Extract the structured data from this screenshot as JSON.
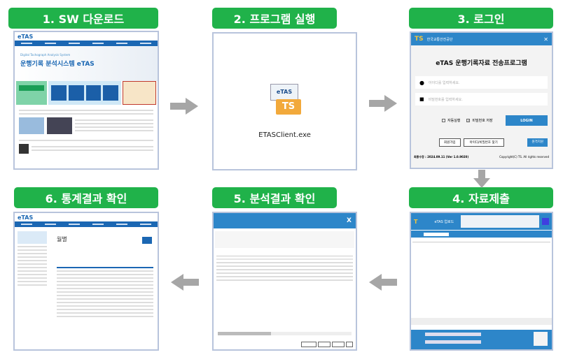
{
  "steps": [
    {
      "label": "1. SW 다운로드"
    },
    {
      "label": "2. 프로그램 실행"
    },
    {
      "label": "3. 로그인"
    },
    {
      "label": "4. 자료제출"
    },
    {
      "label": "5. 분석결과 확인"
    },
    {
      "label": "6. 통계결과 확인"
    }
  ],
  "step1": {
    "logo": "eTAS",
    "subtitle": "Digital Tachograph Analysis System",
    "headline": "운행기록 분석시스템 eTAS"
  },
  "step2": {
    "filename": "ETASClient.exe",
    "icon_text": "eTAS",
    "icon_badge": "TS"
  },
  "step3": {
    "org": "한국교통안전공단",
    "close": "✕",
    "title": "eTAS 운행기록자료 전송프로그램",
    "id_placeholder": "아이디를 입력하세요.",
    "pw_placeholder": "비밀번호를 입력하세요.",
    "auto_run": "자동실행",
    "save_pw": "비밀번호 저장",
    "save_pw_checked": true,
    "login": "LOGIN",
    "join": "회원가입",
    "find": "아이디/비밀번호 찾기",
    "remote": "원격지원",
    "version": "최종수정 : 2024.09.11 (Ver 1.0.9020)",
    "copyright": "Copyright(C) TS. All rights reserved"
  },
  "step4": {
    "app": "eTAS 업로드"
  },
  "step5": {
    "close": "X"
  },
  "step6": {
    "logo": "eTAS",
    "page_title": "월별"
  },
  "colors": {
    "header_green": "#20b24a",
    "arrow_gray": "#a6a6a6",
    "blue": "#1b67b3"
  }
}
